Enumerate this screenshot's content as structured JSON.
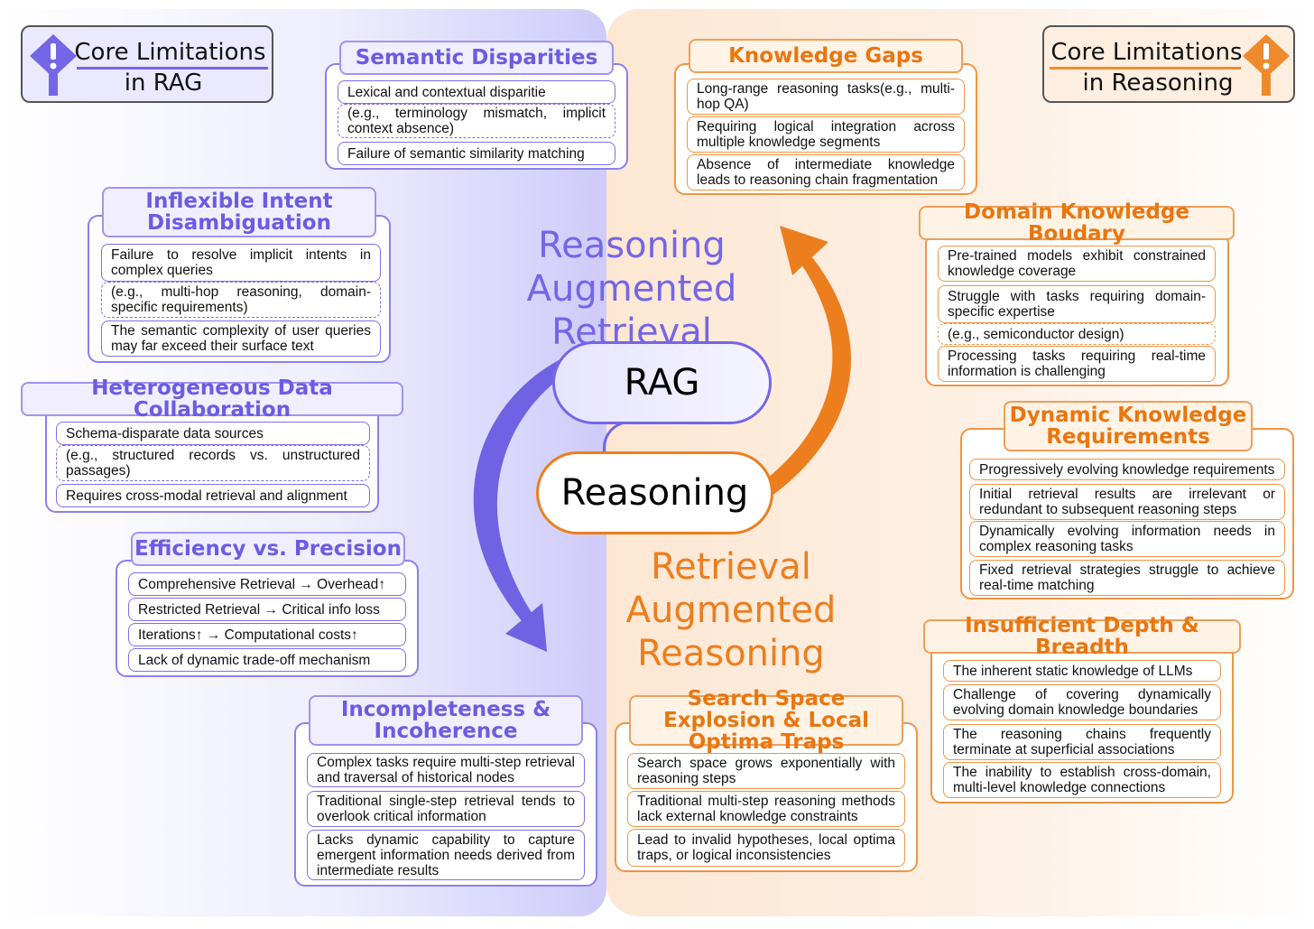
{
  "corner_left": {
    "line1": "Core Limitations",
    "line2": "in RAG",
    "icon": "warning-sign-icon",
    "color": "#7466e6"
  },
  "corner_right": {
    "line1": "Core Limitations",
    "line2": "in Reasoning",
    "icon": "warning-sign-icon",
    "color": "#ef8a2c"
  },
  "center": {
    "rag": "RAG",
    "reasoning": "Reasoning",
    "top_title_1": "Reasoning",
    "top_title_2": "Augmented Retrieval",
    "bottom_title_1": "Retrieval",
    "bottom_title_2": "Augmented Reasoning"
  },
  "colors": {
    "purple": "#7466e6",
    "orange": "#ef8a2c"
  },
  "left": {
    "semantic": {
      "title": "Semantic Disparities",
      "items": [
        "Lexical and contextual disparitie",
        "(e.g., terminology mismatch, implicit context absence)",
        "Failure of semantic similarity matching"
      ]
    },
    "intent": {
      "title": "Inflexible Intent Disambiguation",
      "items": [
        "Failure to resolve implicit intents in complex queries",
        "(e.g., multi-hop reasoning, domain-specific requirements)",
        "The semantic complexity of user queries may far exceed their surface text"
      ]
    },
    "hetero": {
      "title": "Heterogeneous Data Collaboration",
      "items": [
        "Schema-disparate data sources",
        "(e.g., structured records vs. unstructured passages)",
        "Requires cross-modal retrieval and alignment"
      ]
    },
    "efficiency": {
      "title": "Efficiency vs. Precision",
      "items": [
        "Comprehensive Retrieval → Overhead↑",
        "Restricted Retrieval → Critical info loss",
        "Iterations↑ → Computational costs↑",
        "Lack of dynamic trade-off mechanism"
      ]
    },
    "incomplete": {
      "title": "Incompleteness & Incoherence",
      "items": [
        "Complex tasks require multi-step retrieval and traversal of historical nodes",
        "Traditional single-step retrieval tends to overlook critical information",
        "Lacks dynamic capability to capture emergent information needs derived from intermediate results"
      ]
    }
  },
  "right": {
    "gaps": {
      "title": "Knowledge Gaps",
      "items": [
        "Long-range reasoning tasks(e.g., multi-hop QA)",
        "Requiring logical integration across multiple knowledge segments",
        "Absence of intermediate knowledge leads to reasoning chain fragmentation"
      ]
    },
    "domain": {
      "title": "Domain Knowledge Boudary",
      "items": [
        "Pre-trained models exhibit constrained knowledge coverage",
        "Struggle with tasks requiring domain-specific expertise",
        "(e.g., semiconductor design)",
        "Processing tasks requiring real-time information is challenging"
      ]
    },
    "dynamic": {
      "title": "Dynamic Knowledge Requirements",
      "items": [
        "Progressively evolving knowledge requirements",
        "Initial retrieval results are irrelevant or redundant to subsequent reasoning steps",
        "Dynamically evolving information needs in complex reasoning tasks",
        "Fixed retrieval strategies struggle to achieve real-time matching"
      ]
    },
    "depth": {
      "title": "Insufficient Depth & Breadth",
      "items": [
        "The inherent static knowledge of LLMs",
        "Challenge of covering dynamically evolving domain knowledge boundaries",
        "The reasoning chains frequently terminate at superficial associations",
        "The inability to establish cross-domain, multi-level knowledge connections"
      ]
    },
    "search": {
      "title": "Search Space Explosion & Local Optima Traps",
      "items": [
        "Search space grows exponentially with reasoning steps",
        "Traditional multi-step reasoning methods lack external knowledge constraints",
        "Lead to invalid hypotheses, local optima traps, or logical inconsistencies"
      ]
    }
  }
}
